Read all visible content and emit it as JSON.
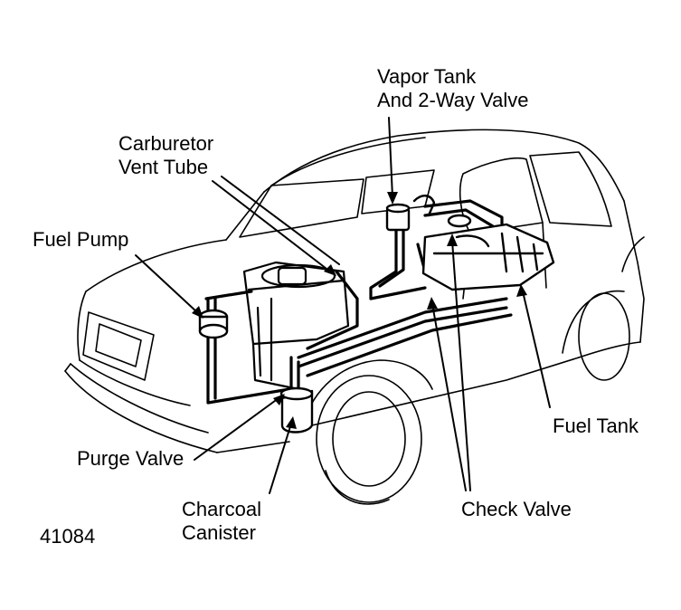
{
  "figure_number": "41084",
  "labels": {
    "vapor_tank": [
      "Vapor Tank",
      "And 2-Way Valve"
    ],
    "carburetor": [
      "Carburetor",
      "Vent Tube"
    ],
    "fuel_pump": "Fuel Pump",
    "fuel_tank": "Fuel Tank",
    "purge_valve": "Purge Valve",
    "charcoal_canister": [
      "Charcoal",
      "Canister"
    ],
    "check_valve": "Check Valve"
  },
  "colors": {
    "ink": "#000000",
    "paper": "#ffffff"
  }
}
